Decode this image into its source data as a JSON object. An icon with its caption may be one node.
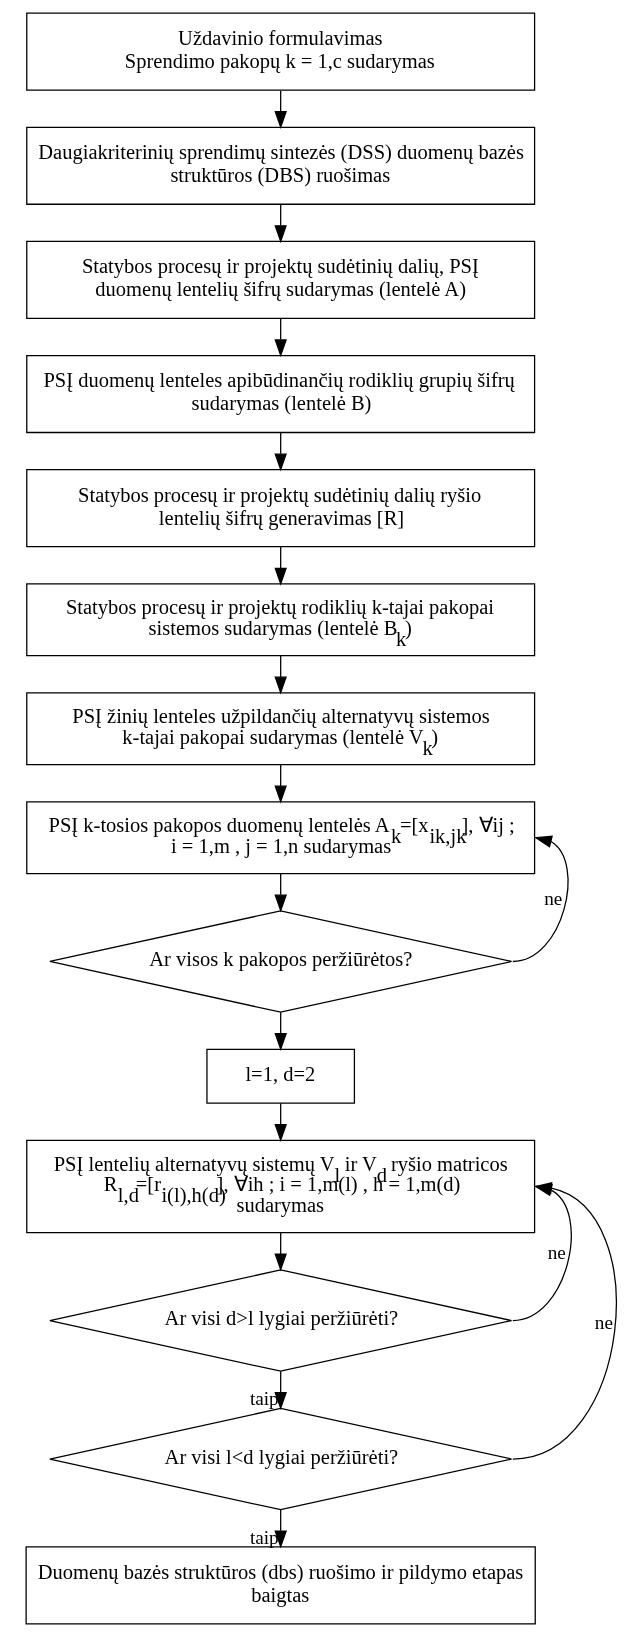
{
  "diagram": {
    "nodes": [
      {
        "text": [
          "Uždavinio formulavimas",
          "Sprendimo pakopų k = 1,c sudarymas"
        ]
      },
      {
        "text": [
          "Daugiakriterinių sprendimų sintezės (DSS) duomenų bazės struktūros (DBS) ruošimas"
        ]
      },
      {
        "text": [
          "Statybos procesų ir projektų sudėtinių dalių, PSĮ duomenų lentelių šifrų sudarymas (lentelė A)"
        ]
      },
      {
        "text": [
          "PSĮ duomenų lenteles apibūdinančių rodiklių grupių šifrų sudarymas (lentelė B)"
        ]
      },
      {
        "text": [
          "Statybos procesų ir projektų sudėtinių dalių ryšio lentelių šifrų generavimas [R]"
        ]
      },
      {
        "text": [
          "Statybos procesų ir projektų rodiklių k-tajai pakopai sistemos sudarymas (lentelė B$_{k}$)"
        ]
      },
      {
        "text": [
          "PSĮ žinių lenteles užpildančių alternatyvų sistemos k-tajai pakopai sudarymas (lentelė V$_{k}$)"
        ]
      },
      {
        "text": [
          "PSĮ k-tosios pakopos duomenų lentelės A$_{k}$=[x$_{ik,jk}$], ∀ij ; i = 1,m , j = 1,n sudarymas"
        ]
      },
      {
        "text": [
          "Ar visos k pakopos peržiūrėtos?"
        ]
      },
      {
        "text": [
          "l=1, d=2"
        ]
      },
      {
        "text": [
          "PSĮ lentelių alternatyvų sistemų V$_{l}$ ir V$_{d}$ ryšio matricos R$_{l,d}$=[r$_{i(l),h(d)}$], ∀ih ; i = 1,m(l) , h = 1,m(d) sudarymas"
        ]
      },
      {
        "text": [
          "Ar visi d>l lygiai peržiūrėti?"
        ]
      },
      {
        "text": [
          "Ar visi l<d lygiai peržiūrėti?"
        ]
      },
      {
        "text": [
          "Duomenų bazės struktūros (dbs) ruošimo ir pildymo etapas baigtas"
        ]
      }
    ],
    "edges": [
      {
        "from": 0,
        "to": 1,
        "arrow": "to"
      },
      {
        "from": 1,
        "to": 2,
        "arrow": "to"
      },
      {
        "from": 2,
        "to": 3,
        "arrow": "to"
      },
      {
        "from": 3,
        "to": 4,
        "arrow": "to"
      },
      {
        "from": 4,
        "to": 5,
        "arrow": "to"
      },
      {
        "from": 5,
        "to": 6,
        "arrow": "to"
      },
      {
        "from": 6,
        "to": 7,
        "arrow": "to"
      },
      {
        "from": 7,
        "to": 8,
        "arrow": "to"
      },
      {
        "from": 8,
        "to": 7,
        "arrow": "to",
        "label": "ne"
      },
      {
        "from": 8,
        "to": 9,
        "arrow": "to"
      },
      {
        "from": 9,
        "to": 10,
        "arrow": "to"
      },
      {
        "from": 10,
        "to": 11,
        "arrow": "to"
      },
      {
        "from": 11,
        "to": 10,
        "arrow": "to",
        "label": "ne"
      },
      {
        "from": 11,
        "to": 12,
        "arrow": "to",
        "label": "taip"
      },
      {
        "from": 12,
        "to": 10,
        "arrow": "to",
        "label": "ne"
      },
      {
        "from": 12,
        "to": 13,
        "arrow": "to",
        "label": "taip"
      }
    ]
  }
}
